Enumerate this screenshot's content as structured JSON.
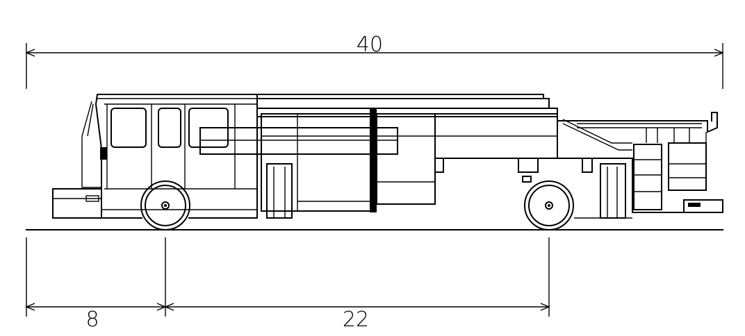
{
  "dimensions": {
    "overall_length": "40",
    "front_overhang": "8",
    "wheelbase": "22"
  },
  "colors": {
    "line": "#000000",
    "background": "#ffffff"
  }
}
